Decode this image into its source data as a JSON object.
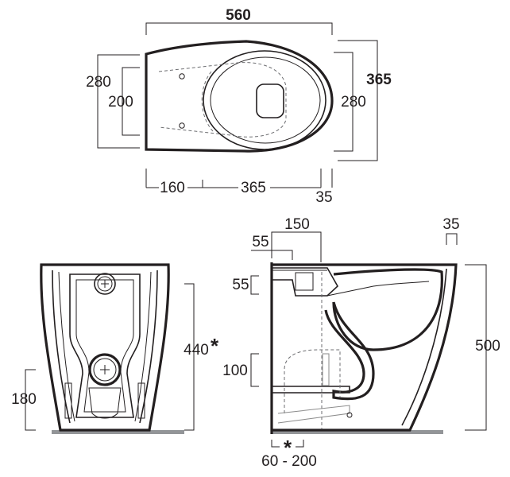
{
  "top_view": {
    "overall_length": "560",
    "overall_width": "365",
    "left_outer_width": "280",
    "left_inner_width": "200",
    "right_width": "280",
    "seg_front": "160",
    "seg_middle": "365",
    "seg_back": "35"
  },
  "front_view": {
    "height": "440",
    "height_mark": "*",
    "drain_height": "180"
  },
  "side_view": {
    "top_150": "150",
    "top_55": "55",
    "rim_35": "35",
    "inlet_55": "55",
    "outlet_100": "100",
    "height_500": "500",
    "wall_mark": "*",
    "wall_range": "60 - 200"
  },
  "colors": {
    "line": "#231f20",
    "floor": "#939598"
  }
}
